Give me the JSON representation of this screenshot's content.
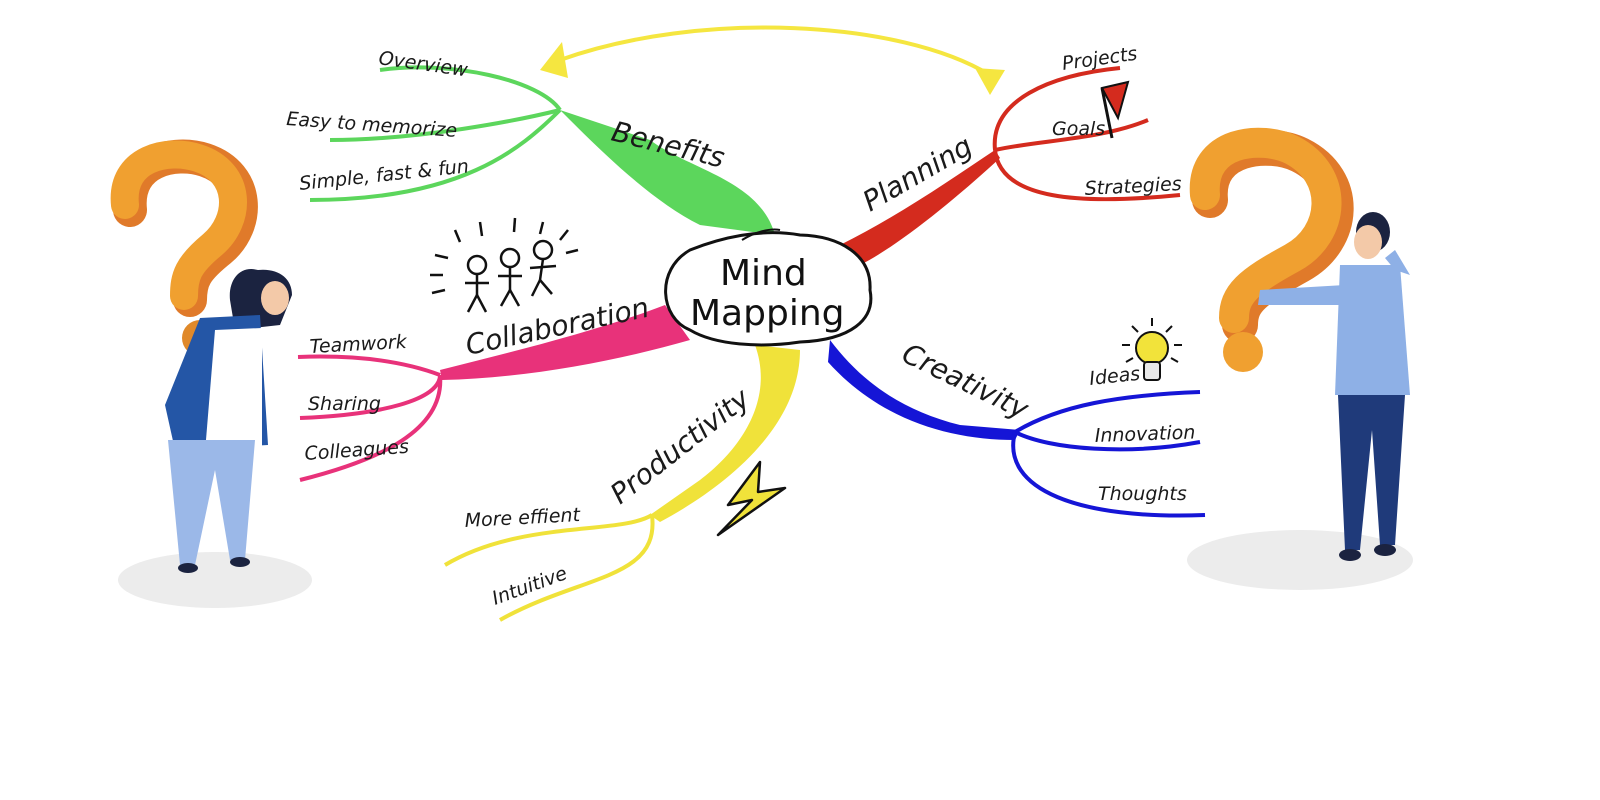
{
  "center": {
    "line1": "Mind",
    "line2": "Mapping"
  },
  "branches": {
    "benefits": {
      "label": "Benefits",
      "color": "#5cd65c",
      "items": [
        "Overview",
        "Easy to memorize",
        "Simple, fast & fun"
      ]
    },
    "planning": {
      "label": "Planning",
      "color": "#d42b1e",
      "items": [
        "Projects",
        "Goals",
        "Strategies"
      ]
    },
    "collaboration": {
      "label": "Collaboration",
      "color": "#e8327a",
      "items": [
        "Teamwork",
        "Sharing",
        "Colleagues"
      ]
    },
    "creativity": {
      "label": "Creativity",
      "color": "#1515d6",
      "items": [
        "Ideas",
        "Innovation",
        "Thoughts"
      ]
    },
    "productivity": {
      "label": "Productivity",
      "color": "#f0e23a",
      "items": [
        "More effient",
        "Intuitive"
      ]
    }
  },
  "colors": {
    "question_mark": "#f0a030",
    "question_mark_shade": "#e07a2a",
    "cycle_arrow": "#f5e640",
    "lightning": "#f0e23a",
    "bulb": "#f2e33a",
    "flag": "#d42b1e"
  },
  "icons": [
    "stick-figures-icon",
    "flag-icon",
    "lightbulb-icon",
    "lightning-icon",
    "question-mark-icon",
    "person-icon"
  ]
}
